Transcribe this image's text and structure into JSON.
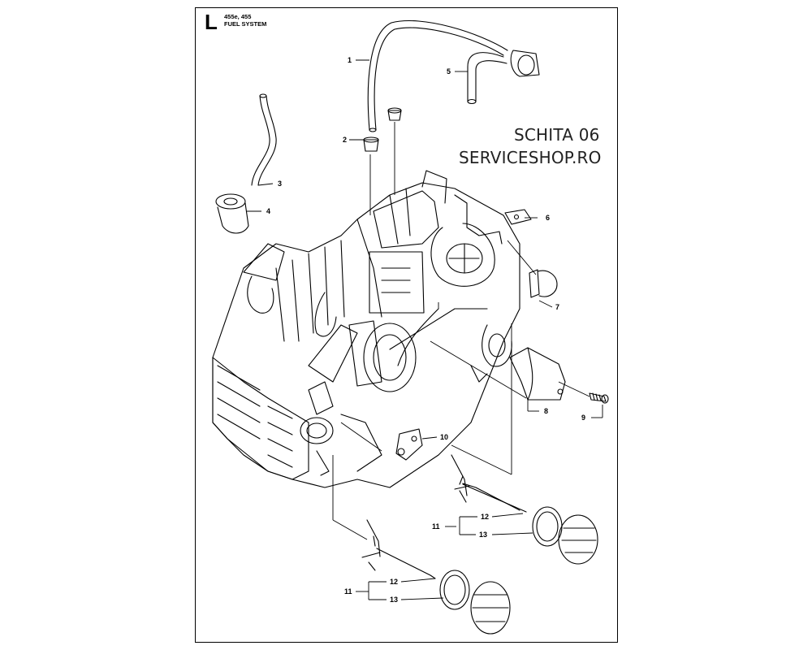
{
  "header": {
    "section_letter": "L",
    "model": "455e, 455",
    "title": "FUEL SYSTEM"
  },
  "watermark": {
    "line1": "SCHITA 06",
    "line2": "SERVICESHOP.RO"
  },
  "callouts": [
    "1",
    "2",
    "3",
    "4",
    "5",
    "6",
    "7",
    "8",
    "9",
    "10",
    "11",
    "12",
    "13",
    "11",
    "12",
    "13"
  ]
}
